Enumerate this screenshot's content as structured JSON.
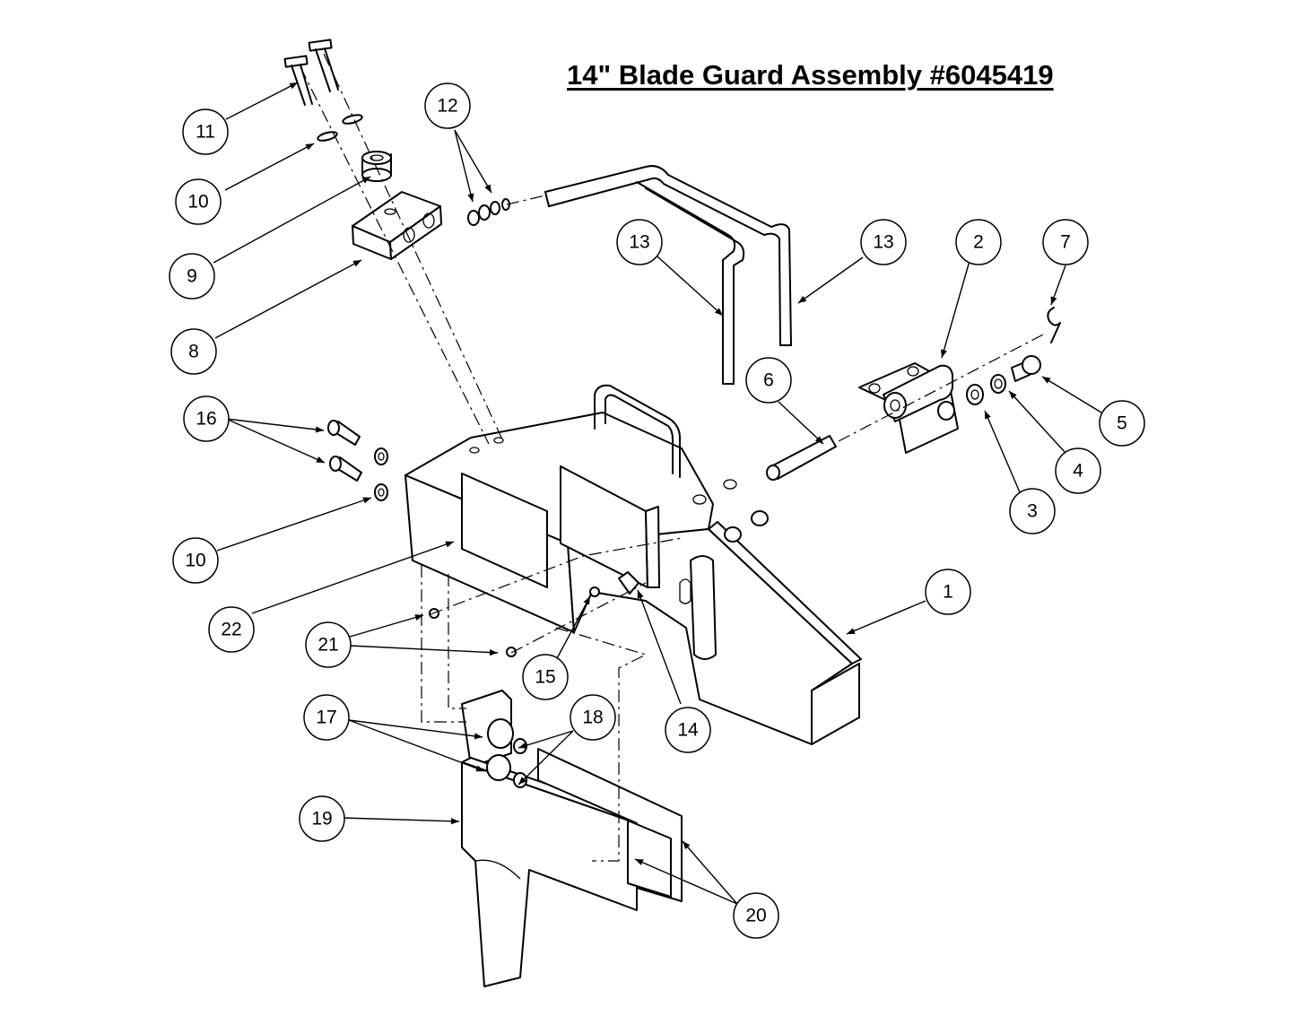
{
  "title": "14\" Blade Guard Assembly #6045419",
  "callouts": [
    "1",
    "2",
    "3",
    "4",
    "5",
    "6",
    "7",
    "8",
    "9",
    "10",
    "10",
    "11",
    "12",
    "13",
    "13",
    "14",
    "15",
    "16",
    "17",
    "18",
    "19",
    "20",
    "21",
    "22"
  ]
}
